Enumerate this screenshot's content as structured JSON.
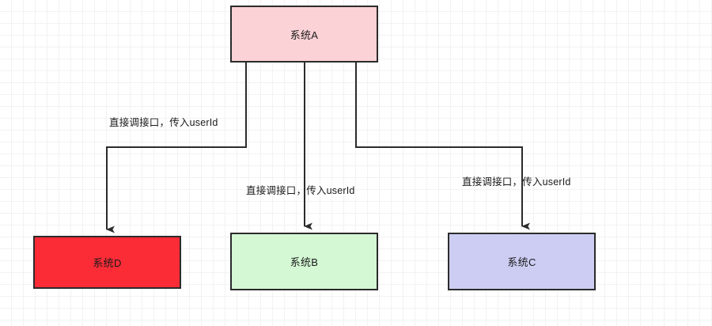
{
  "diagram": {
    "title": "",
    "background": {
      "grid": true,
      "minor_grid_color": "#f2f2f4",
      "major_grid_color": "#e6e6ea",
      "canvas_color": "#ffffff"
    },
    "nodes": [
      {
        "id": "a",
        "label": "系统A",
        "fill": "#fbd2d6",
        "stroke": "#2b2b2b"
      },
      {
        "id": "d",
        "label": "系统D",
        "fill": "#fb2c36",
        "stroke": "#2b2b2b"
      },
      {
        "id": "b",
        "label": "系统B",
        "fill": "#d4f8d4",
        "stroke": "#2b2b2b"
      },
      {
        "id": "c",
        "label": "系统C",
        "fill": "#cdcdf4",
        "stroke": "#2b2b2b"
      }
    ],
    "edges": [
      {
        "id": "a-to-d",
        "from": "a",
        "to": "d",
        "label": "直接调接口，传入userId",
        "stroke": "#2b2b2b",
        "arrow": "filled-triangle"
      },
      {
        "id": "a-to-b",
        "from": "a",
        "to": "b",
        "label": "直接调接口，传入userId",
        "stroke": "#2b2b2b",
        "arrow": "filled-triangle"
      },
      {
        "id": "a-to-c",
        "from": "a",
        "to": "c",
        "label": "直接调接口，传入userId",
        "stroke": "#2b2b2b",
        "arrow": "filled-triangle"
      }
    ]
  }
}
